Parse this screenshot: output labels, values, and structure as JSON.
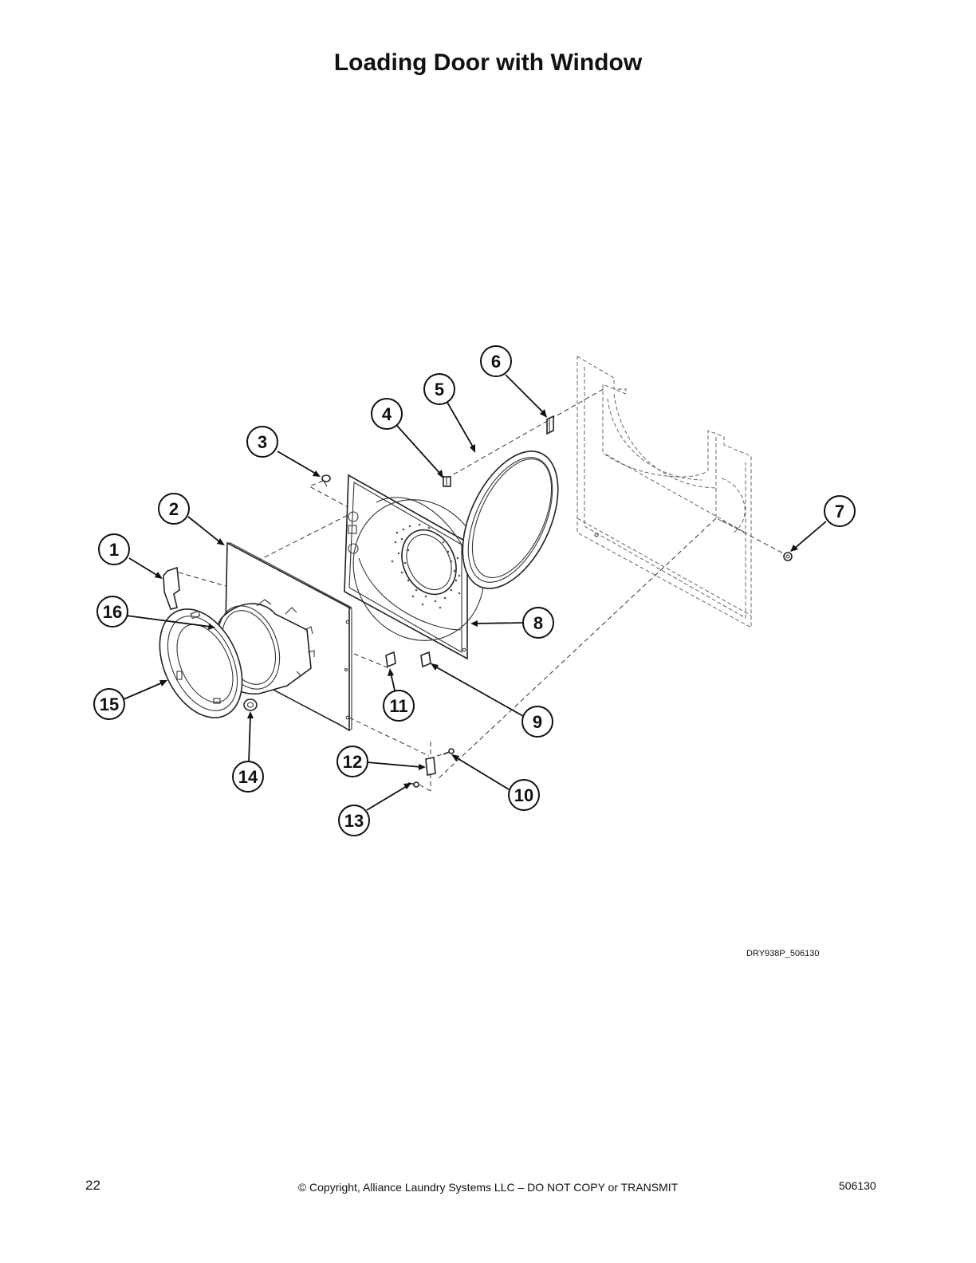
{
  "page": {
    "title": "Loading Door with Window",
    "drawing_id": "DRY938P_506130",
    "page_number": "22",
    "copyright": "© Copyright, Alliance Laundry Systems LLC – DO NOT COPY or TRANSMIT",
    "document_number": "506130"
  },
  "callouts": [
    {
      "number": "1"
    },
    {
      "number": "2"
    },
    {
      "number": "3"
    },
    {
      "number": "4"
    },
    {
      "number": "5"
    },
    {
      "number": "6"
    },
    {
      "number": "7"
    },
    {
      "number": "8"
    },
    {
      "number": "9"
    },
    {
      "number": "10"
    },
    {
      "number": "11"
    },
    {
      "number": "12"
    },
    {
      "number": "13"
    },
    {
      "number": "14"
    },
    {
      "number": "15"
    },
    {
      "number": "16"
    }
  ],
  "colors": {
    "ink": "#111111",
    "background": "#ffffff"
  }
}
